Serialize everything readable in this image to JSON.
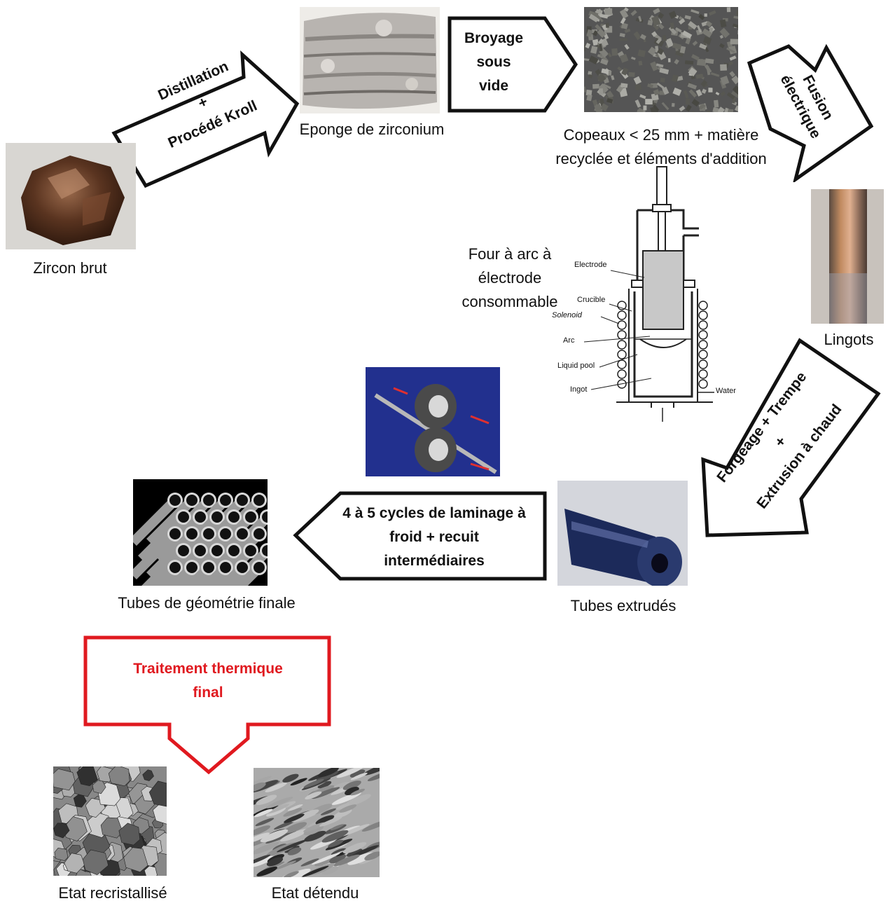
{
  "captions": {
    "zircon": "Zircon brut",
    "sponge": "Eponge de zirconium",
    "chips_line1": "Copeaux < 25 mm + matière",
    "chips_line2": "recyclée et éléments d'addition",
    "ingots": "Lingots",
    "furnace_line1": "Four à arc à",
    "furnace_line2": "électrode",
    "furnace_line3": "consommable",
    "extruded": "Tubes extrudés",
    "final_tubes": "Tubes de géométrie finale",
    "recrystallized": "Etat recristallisé",
    "relaxed": "Etat détendu"
  },
  "arrows": {
    "distillation": {
      "line1": "Distillation",
      "line2": "+",
      "line3": "Procédé Kroll"
    },
    "grinding": {
      "line1": "Broyage",
      "line2": "sous",
      "line3": "vide"
    },
    "melting": {
      "line1": "Fusion",
      "line2": "électrique"
    },
    "forging": {
      "line1": "Forgeage + Trempe",
      "line2": "+",
      "line3": "Extrusion à chaud"
    },
    "rolling": {
      "line1": "4 à 5 cycles de laminage à",
      "line2": "froid + recuit",
      "line3": "intermédiaires"
    },
    "heat_treatment": {
      "line1": "Traitement thermique",
      "line2": "final",
      "color": "#e0191f"
    }
  },
  "furnace_diagram": {
    "labels": [
      "Electrode",
      "Crucible",
      "Solenoid",
      "Arc",
      "Liquid pool",
      "Ingot",
      "Water"
    ]
  }
}
